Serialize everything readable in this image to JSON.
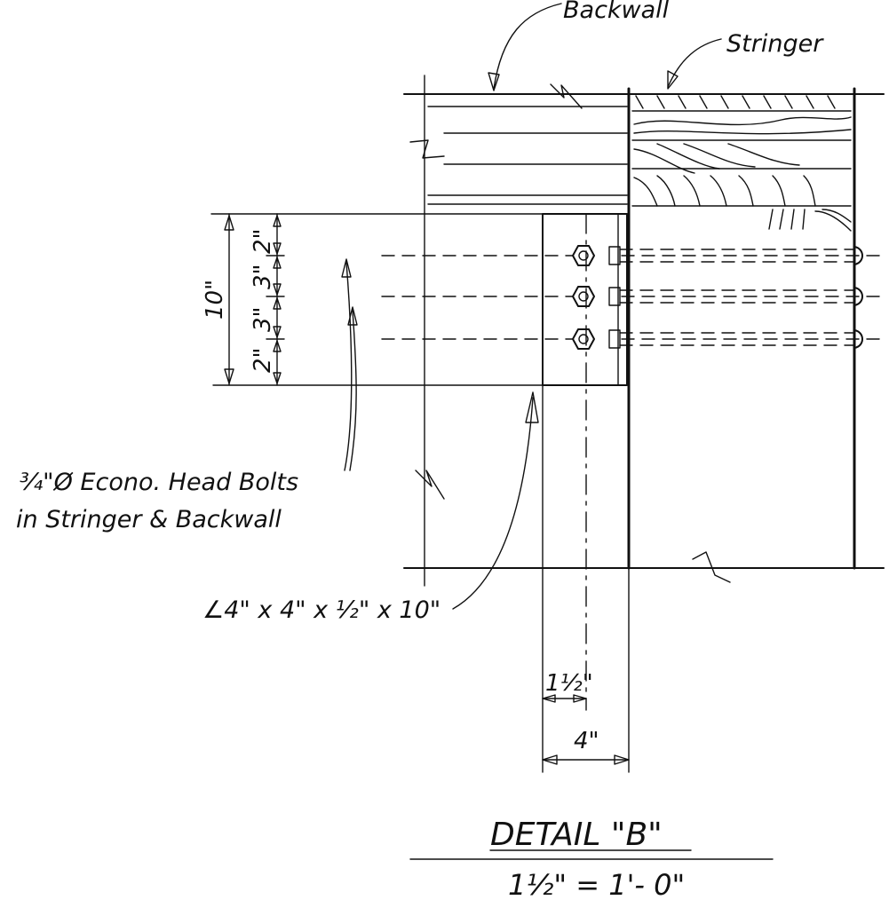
{
  "labels": {
    "backwall": "Backwall",
    "stringer": "Stringer",
    "bolts_line1": "¾\"Ø Econo. Head Bolts",
    "bolts_line2": "in Stringer & Backwall",
    "angle": "∠4\" x 4\" x ½\" x 10\""
  },
  "dimensions": {
    "overall": "10\"",
    "d1": "2\"",
    "d2": "3\"",
    "d3": "3\"",
    "d4": "2\"",
    "gauge": "1½\"",
    "leg": "4\""
  },
  "title": {
    "name": "DETAIL \"B\"",
    "scale": "1½\" = 1'- 0\""
  }
}
